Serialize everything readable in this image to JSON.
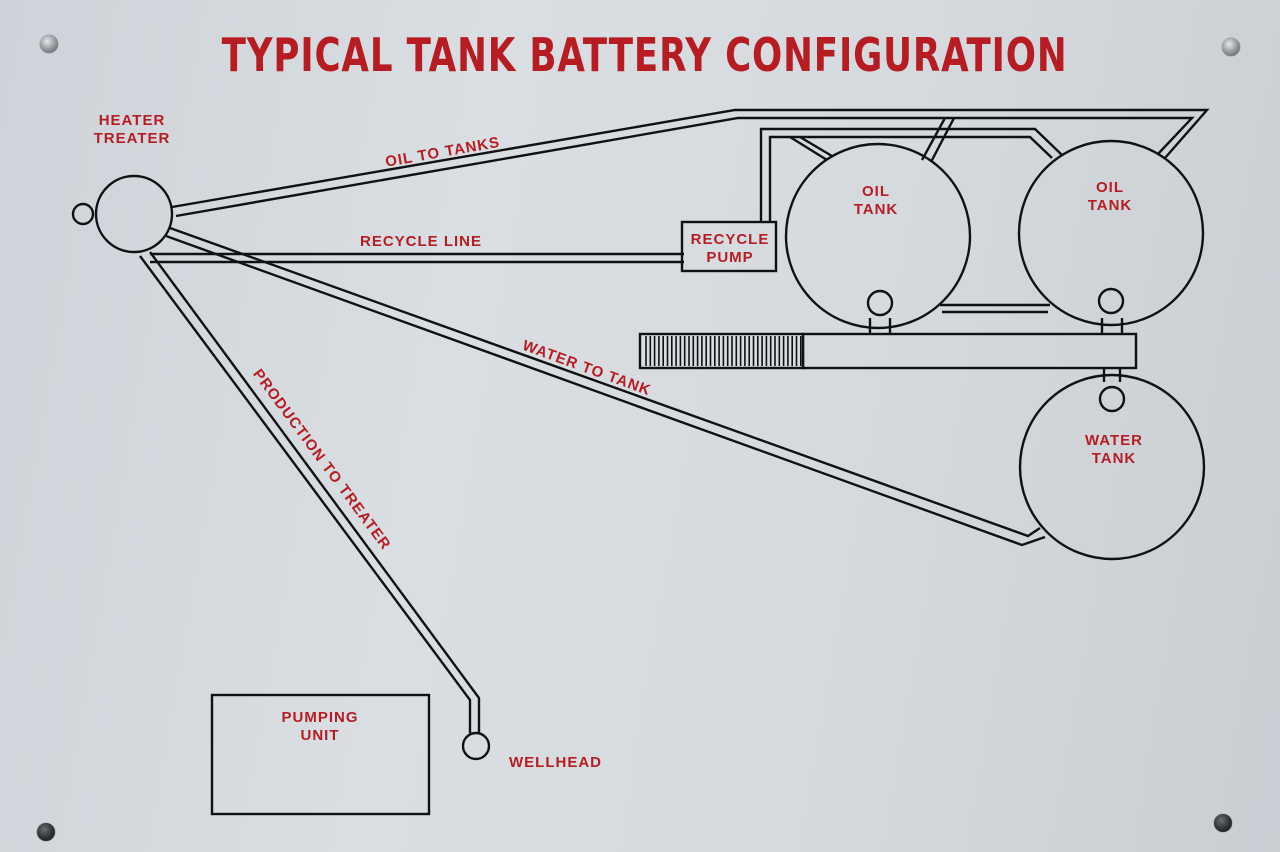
{
  "title": "TYPICAL TANK BATTERY CONFIGURATION",
  "labels": {
    "heater_treater_1": "HEATER",
    "heater_treater_2": "TREATER",
    "oil_to_tanks": "OIL TO TANKS",
    "recycle_line": "RECYCLE LINE",
    "recycle_pump_1": "RECYCLE",
    "recycle_pump_2": "PUMP",
    "oil_tank_left_1": "OIL",
    "oil_tank_left_2": "TANK",
    "oil_tank_right_1": "OIL",
    "oil_tank_right_2": "TANK",
    "water_to_tank": "WATER TO TANK",
    "water_tank_1": "WATER",
    "water_tank_2": "TANK",
    "production_to_treater": "PRODUCTION TO TREATER",
    "pumping_unit_1": "PUMPING",
    "pumping_unit_2": "UNIT",
    "wellhead": "WELLHEAD"
  },
  "colors": {
    "label_red": "#b81c23",
    "line_black": "#111111",
    "panel": "#d6dbdf"
  }
}
